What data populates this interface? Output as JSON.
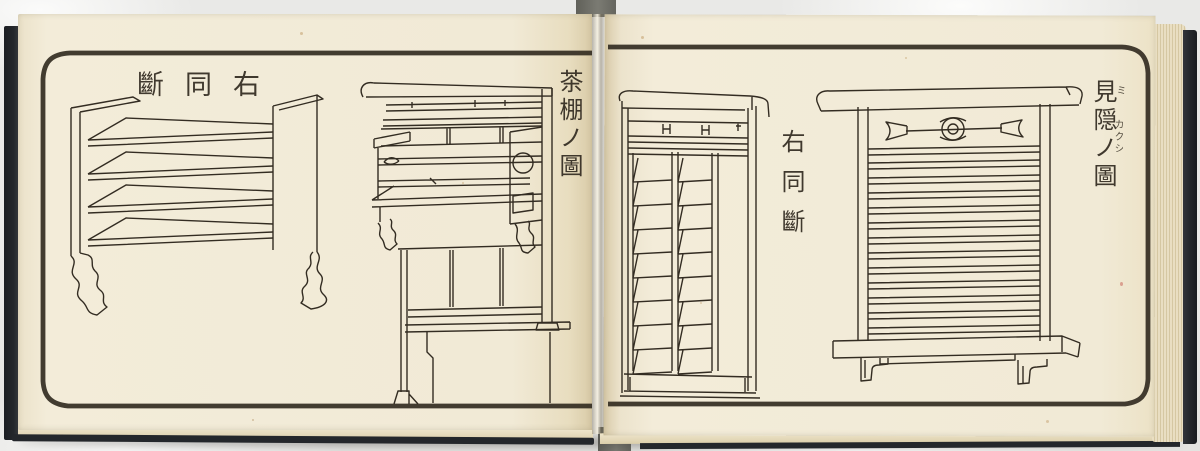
{
  "pages": {
    "left": {
      "caption_horizontal": "斷同右",
      "caption_vertical": "茶棚ノ圖"
    },
    "right": {
      "caption_vertical_left": "右同斷",
      "caption_vertical_right": "見隠ノ圖",
      "furigana_top": "ミ",
      "furigana_bottom": "カクシ"
    }
  },
  "colors": {
    "page": "#f1ead6",
    "ink": "#332c22",
    "cover": "#24272b",
    "strap": "#6f6f68",
    "backdrop": "#ebebe9",
    "page_edge": "#e3d7ba"
  }
}
